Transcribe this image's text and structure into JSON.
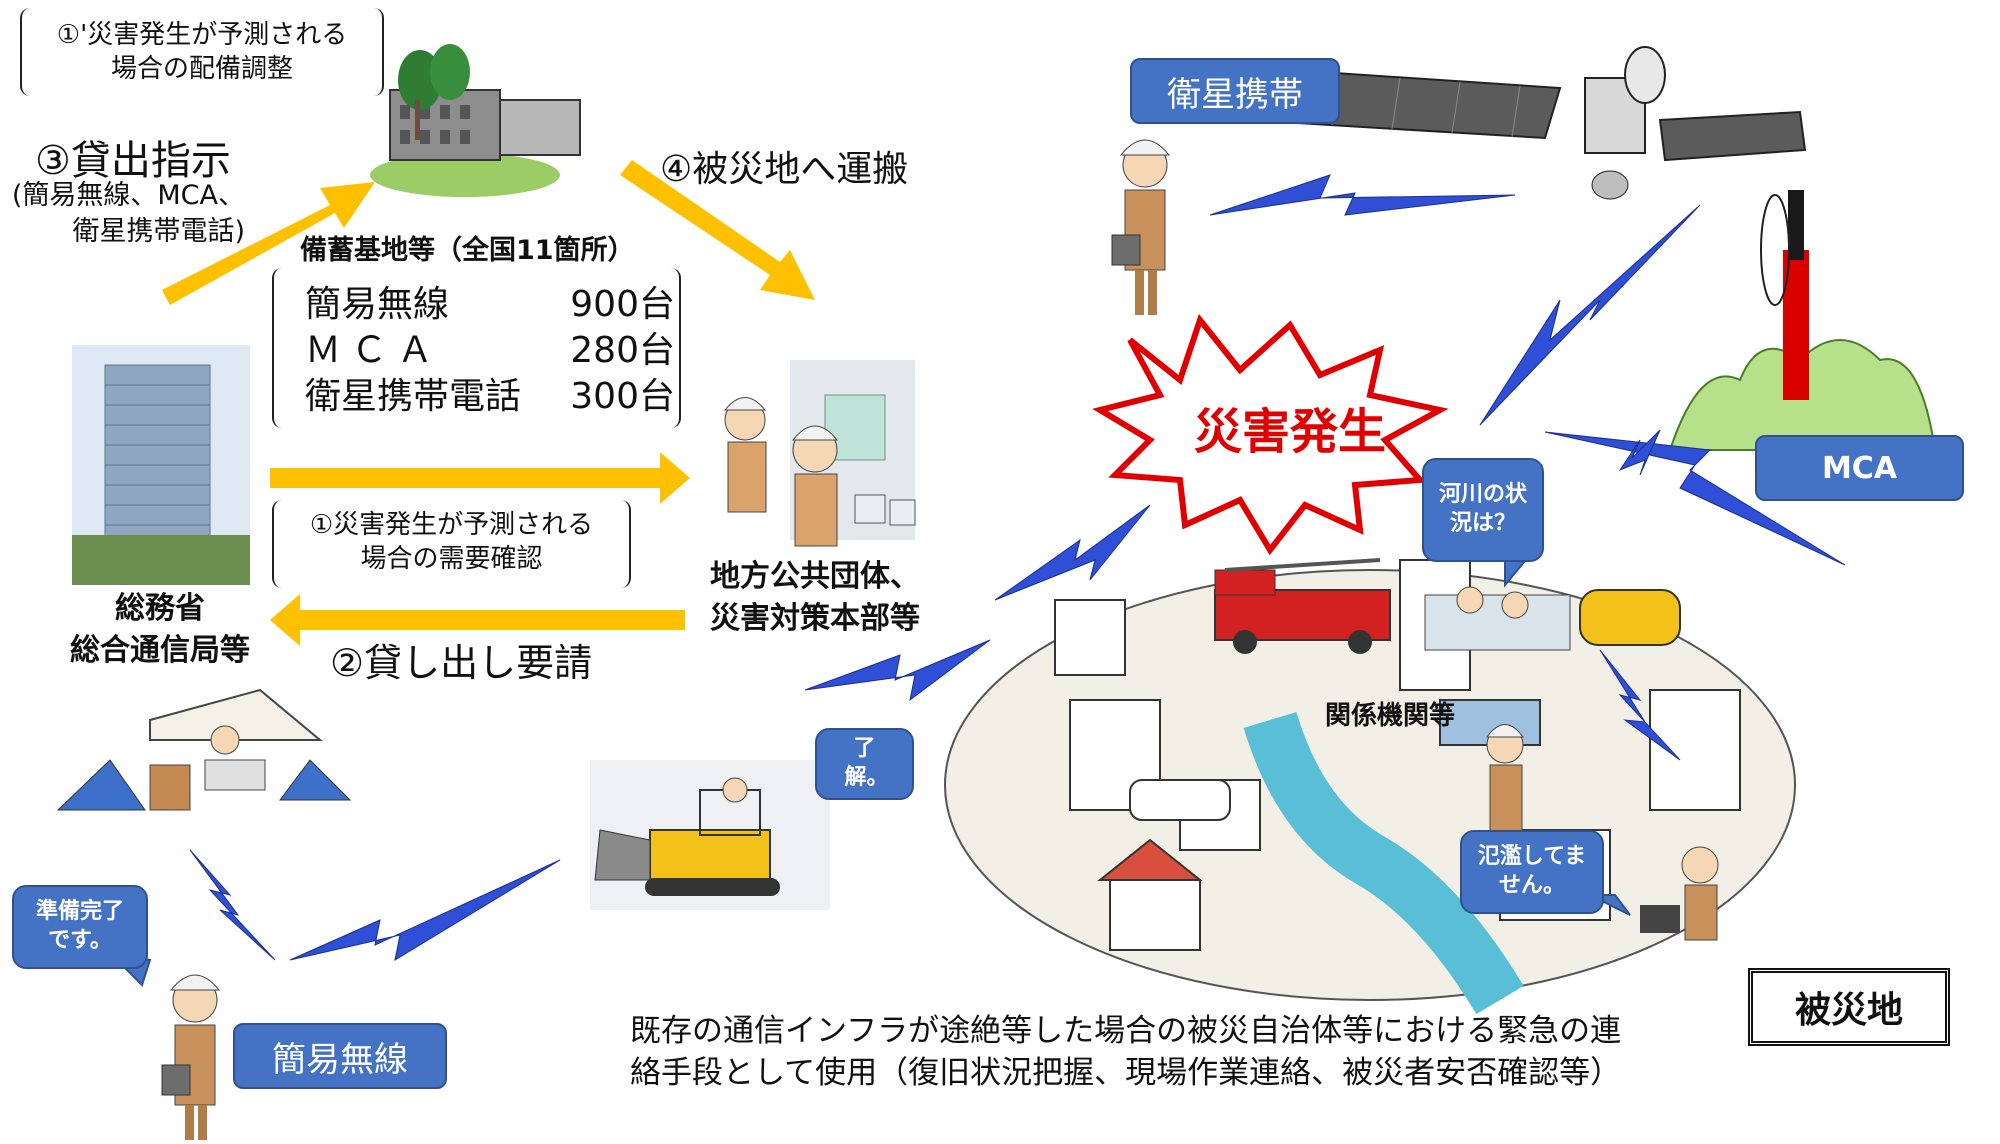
{
  "top_note": {
    "line1": "①'災害発生が予測される",
    "line2": "場合の配備調整"
  },
  "lend_instruction": {
    "title": "③貸出指示",
    "line1": "(簡易無線、MCA、",
    "line2": "衛星携帯電話)"
  },
  "transport_label": "④被災地へ運搬",
  "stockpile": {
    "title": "備蓄基地等（全国11箇所）",
    "items": [
      {
        "name": "簡易無線",
        "count": "900台"
      },
      {
        "name": "ＭＣＡ",
        "count": "280台"
      },
      {
        "name": "衛星携帯電話",
        "count": "300台"
      }
    ]
  },
  "demand_note": {
    "line1": "①災害発生が予測される",
    "line2": "場合の需要確認"
  },
  "lend_request": "②貸し出し要請",
  "ministry": {
    "line1": "総務省",
    "line2": "総合通信局等"
  },
  "local_gov": {
    "line1": "地方公共団体、",
    "line2": "災害対策本部等"
  },
  "disaster_burst": "災害発生",
  "satellite_label": "衛星携帯",
  "mca_label": "MCA",
  "simple_radio_label": "簡易無線",
  "related_agencies": "関係機関等",
  "disaster_area": "被災地",
  "bubbles": {
    "ready": "準備完了です。",
    "ack": "了解。",
    "river_q": "河川の状況は？",
    "no_flood": "氾濫してません。"
  },
  "bottom_text": {
    "line1": "既存の通信インフラが途絶等した場合の被災自治体等における緊急の連",
    "line2": "絡手段として使用（復旧状況把握、現場作業連絡、被災者安否確認等）"
  },
  "colors": {
    "arrow": "#ffc000",
    "pill": "#4472c4",
    "lightning": "#2e4fd6",
    "burst": "#e00000"
  }
}
